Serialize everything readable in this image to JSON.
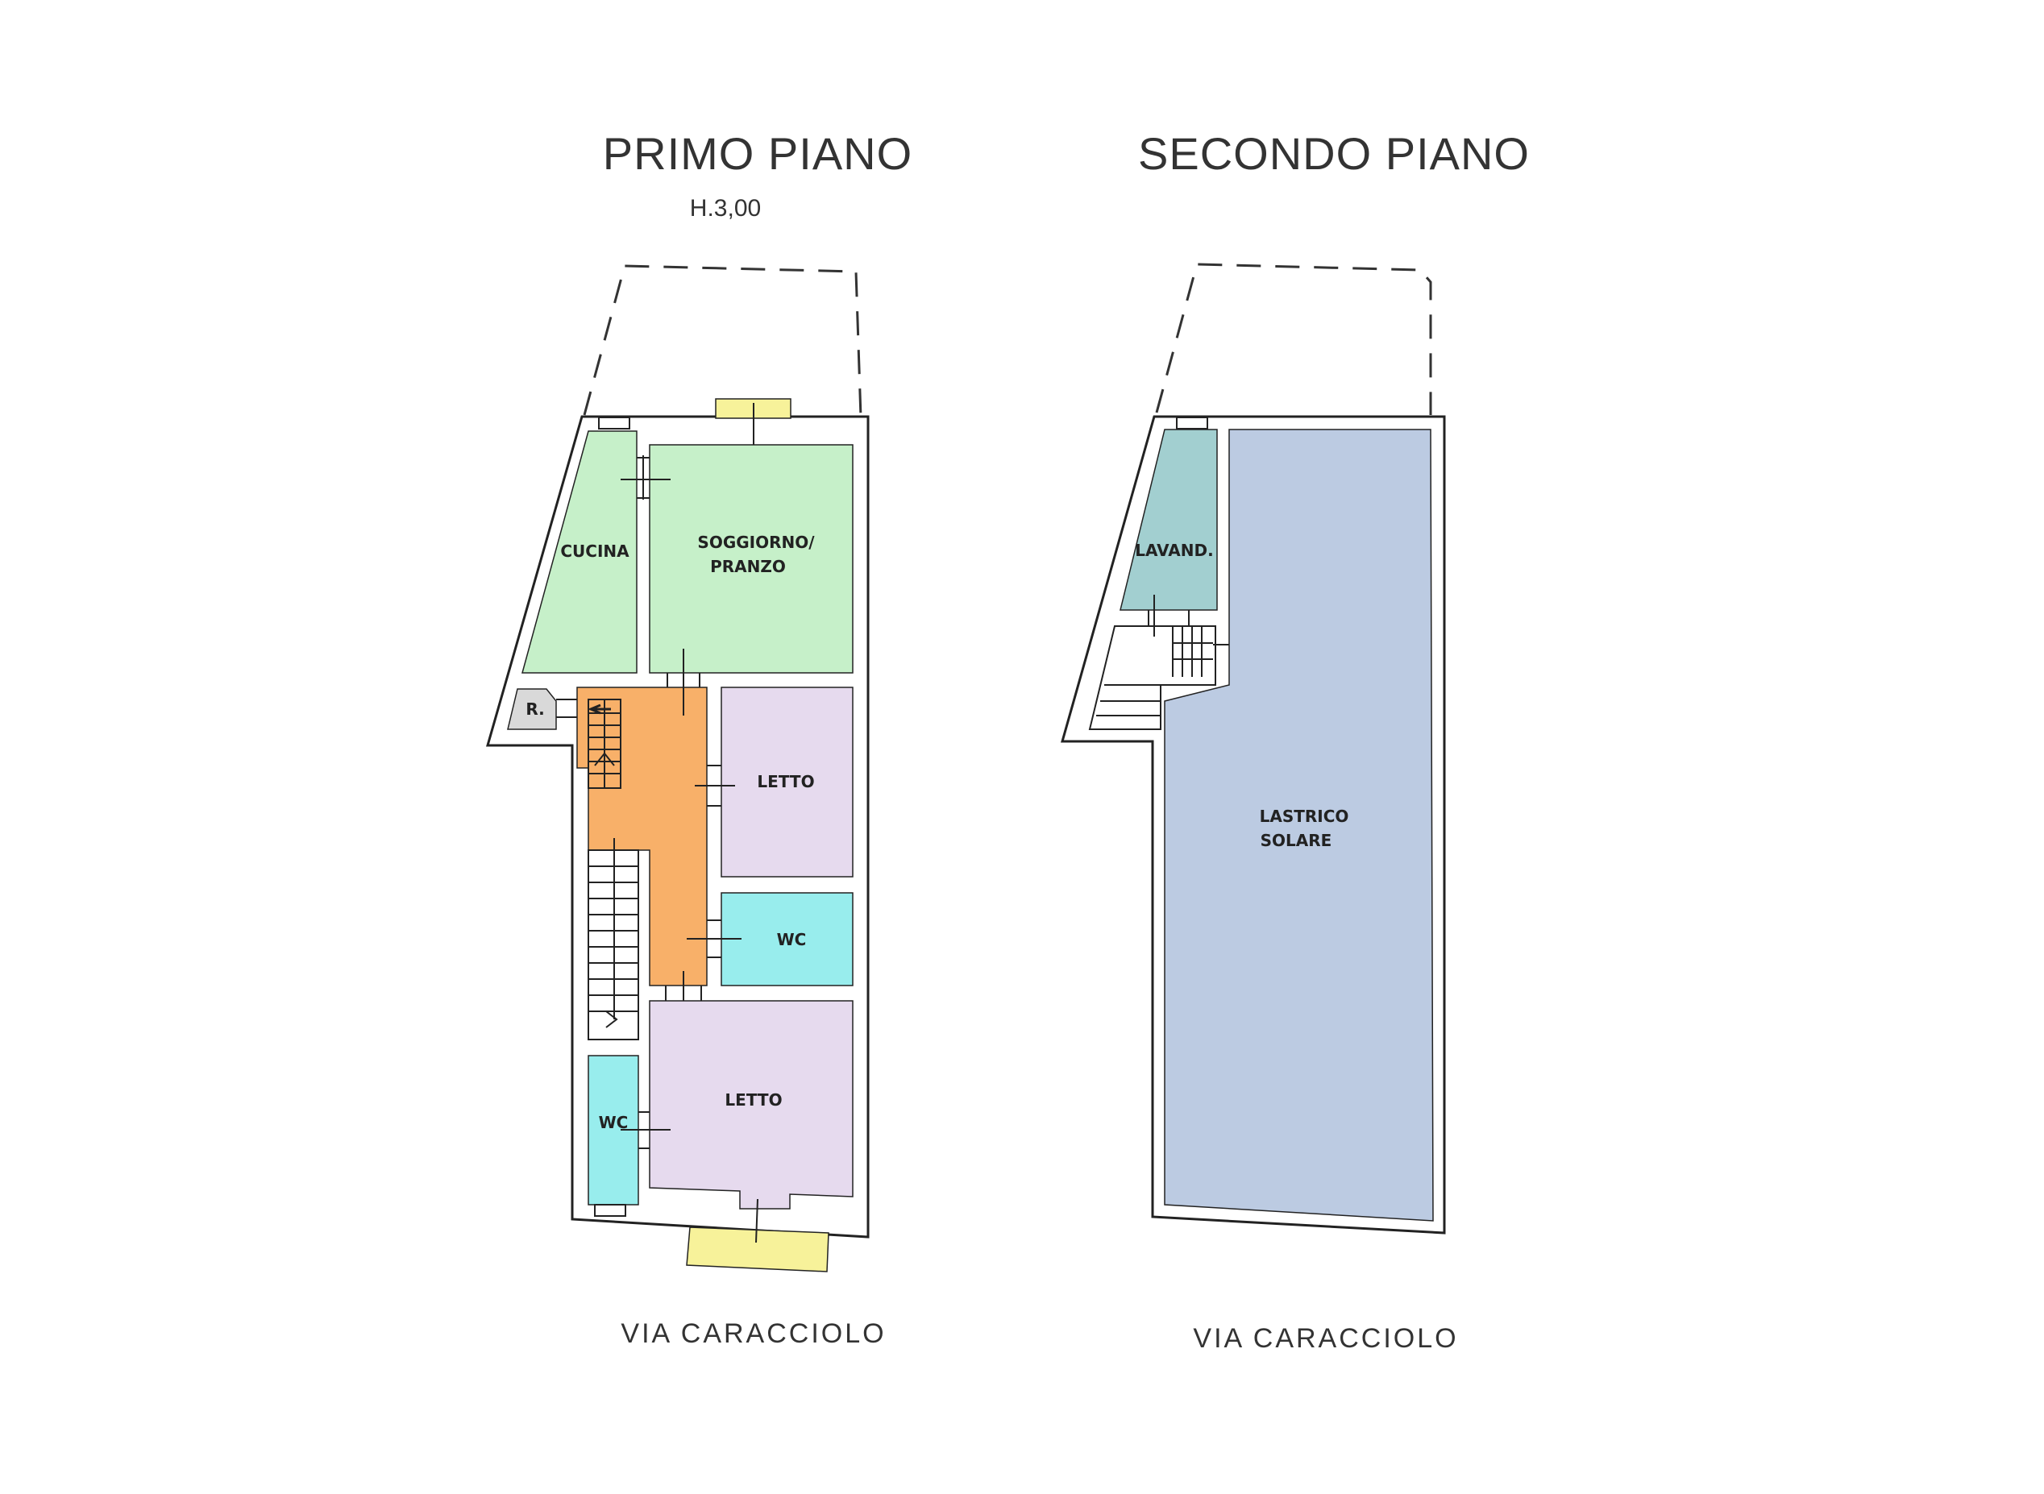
{
  "plans": [
    {
      "title": "PRIMO PIANO",
      "subtitle": "H.3,00",
      "street": "VIA CARACCIOLO",
      "rooms": {
        "cucina": "CUCINA",
        "soggiorno_1": "SOGGIORNO/",
        "soggiorno_2": "PRANZO",
        "ripostiglio": "R.",
        "letto_1": "LETTO",
        "wc_1": "WC",
        "letto_2": "LETTO",
        "wc_2": "WC"
      }
    },
    {
      "title": "SECONDO PIANO",
      "street": "VIA CARACCIOLO",
      "rooms": {
        "lavanderia": "LAVAND.",
        "lastrico_1": "LASTRICO",
        "lastrico_2": "SOLARE"
      }
    }
  ],
  "colors": {
    "kitchen_living": "#c6f0c9",
    "corridor": "#f8b069",
    "bedroom": "#e6daee",
    "bathroom": "#98eded",
    "storage": "#d9d9d9",
    "window": "#f7f29a",
    "laundry": "#a2cfd0",
    "terrace": "#bccbe2"
  }
}
